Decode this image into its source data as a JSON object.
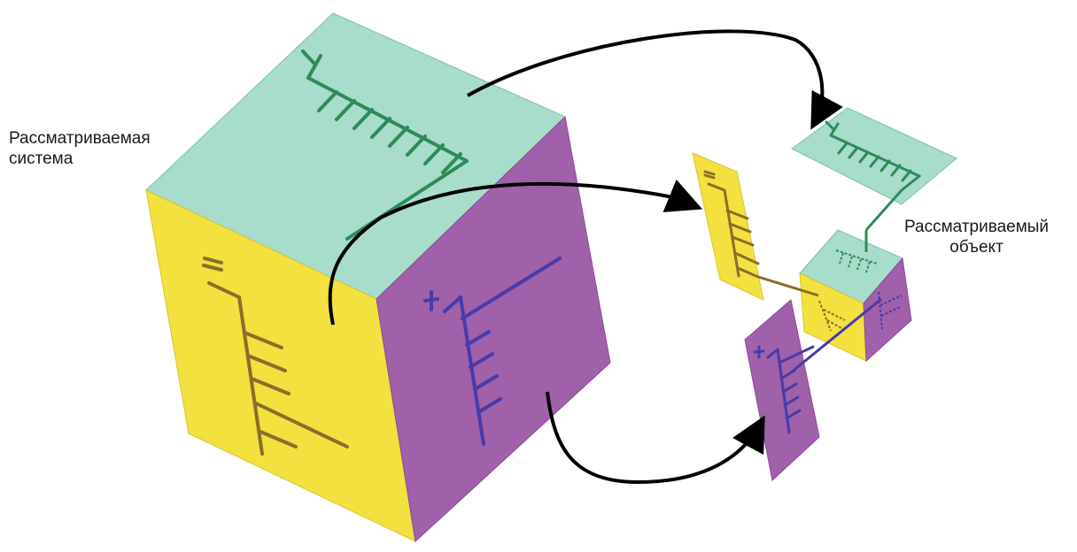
{
  "labels": {
    "system": {
      "line1": "Рассматриваемая",
      "line2": "система"
    },
    "object": {
      "line1": "Рассматриваемый",
      "line2": "объект"
    }
  },
  "face_colors": {
    "top": "#a8dccb",
    "left": "#f2e13f",
    "right": "#a060aa",
    "arrow": "#000000",
    "top_line": "#2e8b57",
    "left_line": "#8a6e28",
    "right_line": "#4a3aa8"
  }
}
